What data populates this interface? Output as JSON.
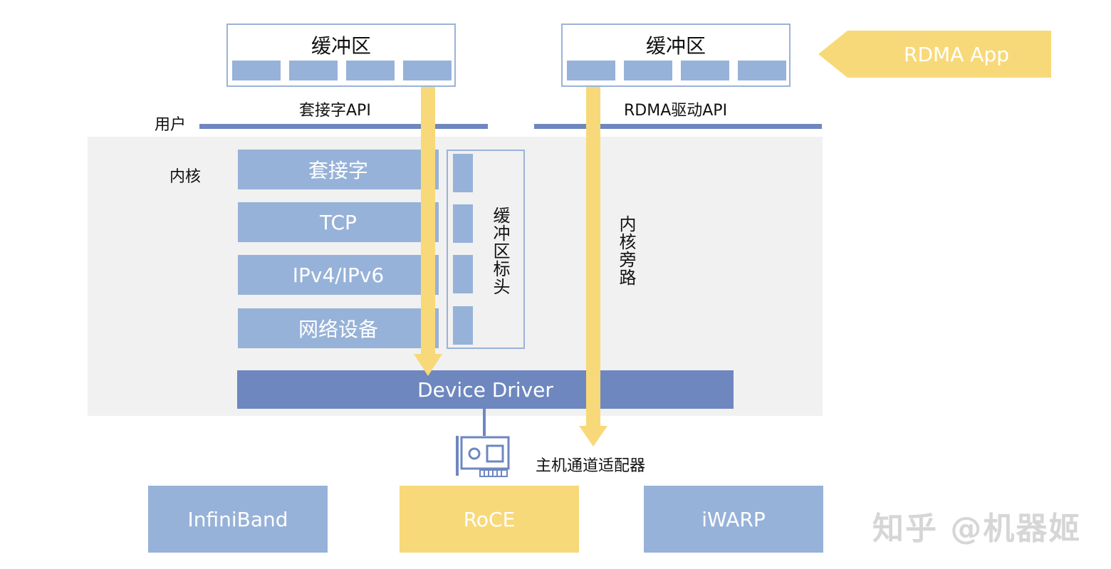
{
  "user_space": {
    "label": "用户",
    "socket_buffer": {
      "title": "缓冲区",
      "api_label": "套接字API"
    },
    "rdma_buffer": {
      "title": "缓冲区",
      "api_label": "RDMA驱动API"
    },
    "rdma_app": "RDMA App"
  },
  "kernel": {
    "label": "内核",
    "layers": [
      "套接字",
      "TCP",
      "IPv4/IPv6",
      "网络设备"
    ],
    "buffer_header_label": "缓冲区标头",
    "bypass_label": "内核旁路",
    "device_driver": "Device Driver"
  },
  "hardware": {
    "adapter_label": "主机通道适配器",
    "transports": [
      "InfiniBand",
      "RoCE",
      "iWARP"
    ]
  },
  "watermark": "知乎 @机器姬",
  "colors": {
    "light_blue": "#97b2d8",
    "dark_blue": "#6e87bf",
    "yellow": "#f8d979",
    "kernel_bg": "#f1f1f1"
  }
}
